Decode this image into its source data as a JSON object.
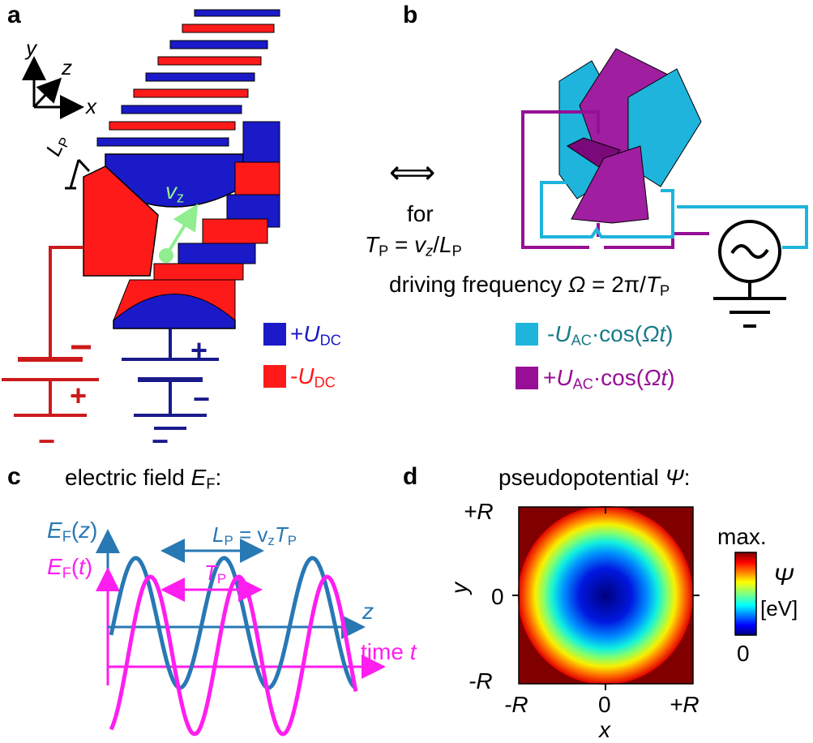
{
  "panels": {
    "a": "a",
    "b": "b",
    "c": "c",
    "d": "d"
  },
  "panel_a": {
    "axis_y": "y",
    "axis_z": "z",
    "axis_x": "x",
    "lp_main": "L",
    "lp_sub": "P",
    "vz_main": "v",
    "vz_sub": "z",
    "plus_sign": "+",
    "minus_sign": "−",
    "plus_udc": {
      "prefix": "+",
      "main": "U",
      "sub": "DC"
    },
    "minus_udc": {
      "prefix": "-",
      "main": "U",
      "sub": "DC"
    },
    "colors": {
      "blue": "#1a1ac8",
      "red": "#ff1a1a",
      "dark_blue": "#1a1a8c",
      "dark_red": "#cc1a1a",
      "green": "#90ee90"
    }
  },
  "middle": {
    "arrow": "⟺",
    "for_text": "for",
    "tp_main": "T",
    "tp_sub": "P",
    "eq": " = ",
    "v": "v",
    "vsub": "z",
    "slash": "/",
    "l": "L",
    "lsub": "P"
  },
  "panel_b": {
    "drive_text": "driving frequency ",
    "omega": "Ω",
    "eq_text": " = 2π/",
    "t_main": "T",
    "t_sub": "P",
    "legend_cyan": {
      "prefix": "-",
      "main": "U",
      "sub": "AC",
      "rest": "·cos(",
      "omega": "Ω",
      "t": "t",
      "close": ")"
    },
    "legend_purple": {
      "prefix": "+",
      "main": "U",
      "sub": "AC",
      "rest": "·cos(",
      "omega": "Ω",
      "t": "t",
      "close": ")"
    },
    "colors": {
      "cyan": "#1eb4dc",
      "purple": "#960f96"
    }
  },
  "panel_c": {
    "title_text": "electric field ",
    "title_e": "E",
    "title_sub": "F",
    "title_colon": ":",
    "ez_label": {
      "main": "E",
      "sub": "F",
      "open": "(",
      "var": "z",
      "close": ")"
    },
    "et_label": {
      "main": "E",
      "sub": "F",
      "open": "(",
      "var": "t",
      "close": ")"
    },
    "lp_label": {
      "main": "L",
      "sub": "P",
      "eq": " = v",
      "vsub": "z",
      "t": "T",
      "tsub": "P"
    },
    "tp_label": {
      "main": "T",
      "sub": "P"
    },
    "z_axis": "z",
    "time_label": "time ",
    "time_var": "t",
    "colors": {
      "blue": "#2878b4",
      "magenta": "#ff1ef0"
    }
  },
  "panel_d": {
    "title_text": "pseudopotential ",
    "title_psi": "Ψ",
    "title_colon": ":",
    "y_ticks": [
      "+R",
      "0",
      "-R"
    ],
    "x_ticks": [
      "-R",
      "0",
      "+R"
    ],
    "x_label": "x",
    "y_label": "y",
    "colorbar": {
      "max_label": "max.",
      "psi": "Ψ",
      "unit": "[eV]",
      "min_label": "0"
    }
  }
}
